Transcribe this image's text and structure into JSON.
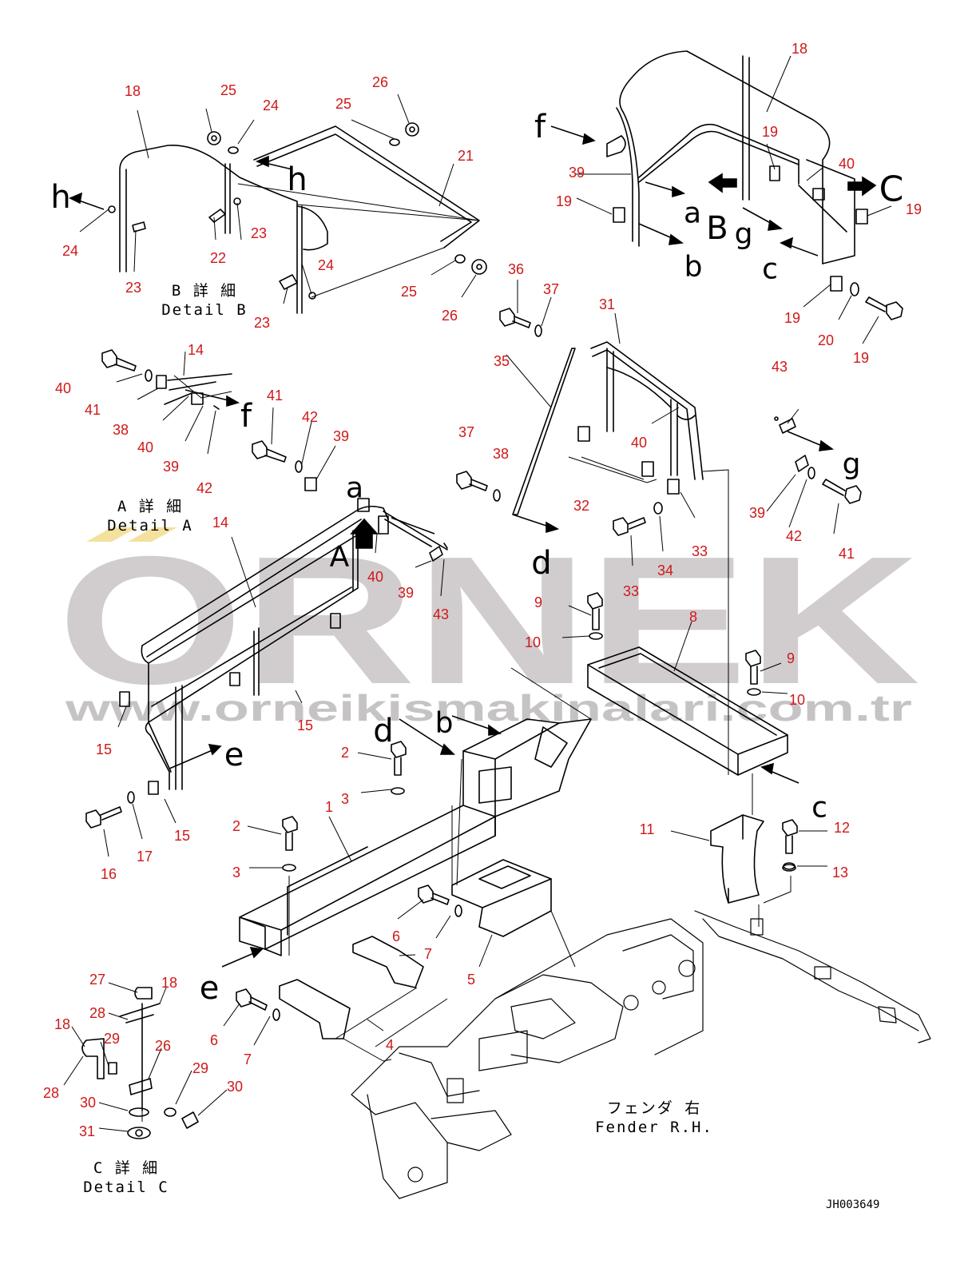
{
  "callout_color": "#d01818",
  "line_color": "#000000",
  "watermark": {
    "brand": "ORNEK",
    "url": "www.orneikismakinalari.com.tr",
    "color": "#c9c5c7",
    "accent_color": "#f2dc8c"
  },
  "part_numbers": [
    {
      "n": "1"
    },
    {
      "n": "2"
    },
    {
      "n": "2"
    },
    {
      "n": "3"
    },
    {
      "n": "3"
    },
    {
      "n": "4"
    },
    {
      "n": "5"
    },
    {
      "n": "6"
    },
    {
      "n": "6"
    },
    {
      "n": "7"
    },
    {
      "n": "7"
    },
    {
      "n": "8"
    },
    {
      "n": "9"
    },
    {
      "n": "9"
    },
    {
      "n": "10"
    },
    {
      "n": "10"
    },
    {
      "n": "11"
    },
    {
      "n": "12"
    },
    {
      "n": "13"
    },
    {
      "n": "14"
    },
    {
      "n": "14"
    },
    {
      "n": "15"
    },
    {
      "n": "15"
    },
    {
      "n": "15"
    },
    {
      "n": "16"
    },
    {
      "n": "17"
    },
    {
      "n": "18"
    },
    {
      "n": "18"
    },
    {
      "n": "18"
    },
    {
      "n": "18"
    },
    {
      "n": "19"
    },
    {
      "n": "19"
    },
    {
      "n": "19"
    },
    {
      "n": "19"
    },
    {
      "n": "19"
    },
    {
      "n": "20"
    },
    {
      "n": "21"
    },
    {
      "n": "22"
    },
    {
      "n": "23"
    },
    {
      "n": "23"
    },
    {
      "n": "23"
    },
    {
      "n": "24"
    },
    {
      "n": "24"
    },
    {
      "n": "24"
    },
    {
      "n": "25"
    },
    {
      "n": "25"
    },
    {
      "n": "25"
    },
    {
      "n": "26"
    },
    {
      "n": "26"
    },
    {
      "n": "26"
    },
    {
      "n": "27"
    },
    {
      "n": "28"
    },
    {
      "n": "28"
    },
    {
      "n": "29"
    },
    {
      "n": "29"
    },
    {
      "n": "30"
    },
    {
      "n": "30"
    },
    {
      "n": "31"
    },
    {
      "n": "31"
    },
    {
      "n": "32"
    },
    {
      "n": "33"
    },
    {
      "n": "33"
    },
    {
      "n": "34"
    },
    {
      "n": "35"
    },
    {
      "n": "36"
    },
    {
      "n": "37"
    },
    {
      "n": "37"
    },
    {
      "n": "38"
    },
    {
      "n": "38"
    },
    {
      "n": "39"
    },
    {
      "n": "39"
    },
    {
      "n": "39"
    },
    {
      "n": "39"
    },
    {
      "n": "39"
    },
    {
      "n": "40"
    },
    {
      "n": "40"
    },
    {
      "n": "40"
    },
    {
      "n": "40"
    },
    {
      "n": "40"
    },
    {
      "n": "41"
    },
    {
      "n": "41"
    },
    {
      "n": "41"
    },
    {
      "n": "42"
    },
    {
      "n": "42"
    },
    {
      "n": "42"
    },
    {
      "n": "43"
    },
    {
      "n": "43"
    },
    {
      "n": "43"
    }
  ],
  "view_letters": [
    {
      "t": "f"
    },
    {
      "t": "f"
    },
    {
      "t": "h"
    },
    {
      "t": "h"
    },
    {
      "t": "a"
    },
    {
      "t": "a"
    },
    {
      "t": "b"
    },
    {
      "t": "b"
    },
    {
      "t": "c"
    },
    {
      "t": "c"
    },
    {
      "t": "d"
    },
    {
      "t": "d"
    },
    {
      "t": "e"
    },
    {
      "t": "e"
    },
    {
      "t": "g"
    },
    {
      "t": "g"
    },
    {
      "t": "A"
    },
    {
      "t": "B"
    },
    {
      "t": "C"
    }
  ],
  "captions": {
    "detail_b_jp": "B 詳 細",
    "detail_b_en": "Detail B",
    "detail_a_jp": "A 詳 細",
    "detail_a_en": "Detail A",
    "detail_c_jp": "C 詳 細",
    "detail_c_en": "Detail C",
    "fender_jp": "フェンダ 右",
    "fender_en": "Fender R.H."
  },
  "drawing_code": "JH003649"
}
